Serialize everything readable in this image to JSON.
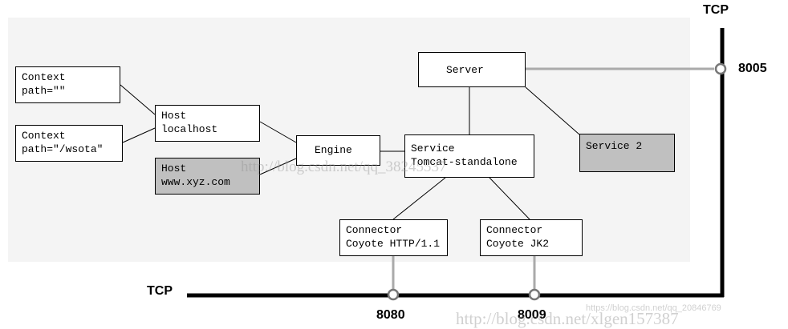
{
  "boxes": {
    "context_root": "Context\npath=\"\"",
    "context_wsota": "Context\npath=\"/wsota\"",
    "host_localhost": "Host\nlocalhost",
    "host_xyz": "Host\nwww.xyz.com",
    "engine": "Engine",
    "service": "Service\nTomcat-standalone",
    "server": "Server",
    "service2": "Service 2",
    "connector_http": "Connector\nCoyote HTTP/1.1",
    "connector_jk2": "Connector\nCoyote JK2"
  },
  "labels": {
    "tcp_top": "TCP",
    "tcp_bottom": "TCP",
    "port_8005": "8005",
    "port_8080": "8080",
    "port_8009": "8009"
  },
  "watermarks": {
    "middle": "http://blog.csdn.net/qq_38245537",
    "bottom_small": "https://blog.csdn.net/qq_20846769",
    "bottom_large": "http://blog.csdn.net/xlgen157387"
  },
  "colors": {
    "grey_box": "#c0c0c0",
    "bus_line": "#000000",
    "port_link": "#aaaaaa"
  }
}
